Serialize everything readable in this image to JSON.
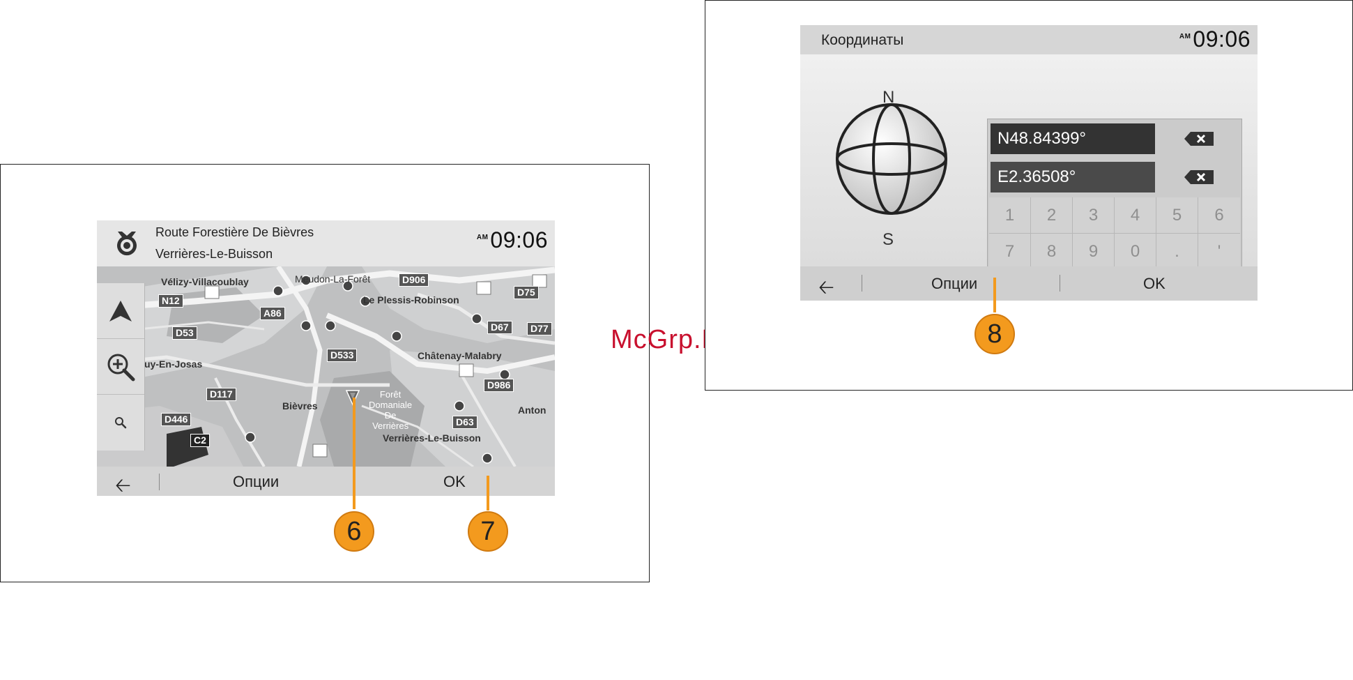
{
  "watermark": "McGrp.Ru",
  "map_screen": {
    "header": {
      "address_line1": "Route Forestière De Bièvres",
      "address_line2": "Verrières-Le-Buisson",
      "clock_ampm": "AM",
      "clock_time": "09:06"
    },
    "side_panel": {
      "items": [
        "navigate-arrow-icon",
        "zoom-in-icon",
        "search-small-icon"
      ]
    },
    "places": [
      "Vélizy-Villacoublay",
      "Meudon-La-Forêt",
      "Le Plessis-Robinson",
      "uy-En-Josas",
      "Châtenay-Malabry",
      "Bièvres",
      "Anton",
      "Verrières-Le-Buisson"
    ],
    "forest_label": [
      "Forêt",
      "Domaniale",
      "De",
      "Verrières"
    ],
    "road_tags": [
      "N12",
      "A86",
      "D53",
      "D906",
      "D75",
      "D67",
      "D77",
      "D533",
      "D986",
      "D117",
      "D446",
      "D63",
      "C2"
    ],
    "bottom_bar": {
      "back_icon": "back-arrow-icon",
      "options_label": "Опции",
      "ok_label": "OK"
    }
  },
  "coord_screen": {
    "header": {
      "title": "Координаты",
      "clock_ampm": "AM",
      "clock_time": "09:06"
    },
    "compass": {
      "north": "N",
      "south": "S"
    },
    "latitude_value": "N48.84399°",
    "longitude_value": "E2.36508°",
    "keys": [
      "1",
      "2",
      "3",
      "4",
      "5",
      "6",
      "7",
      "8",
      "9",
      "0",
      ".",
      "'"
    ],
    "bottom_bar": {
      "back_icon": "back-arrow-icon",
      "options_label": "Опции",
      "ok_label": "OK"
    }
  },
  "callouts": [
    "6",
    "7",
    "8"
  ],
  "colors": {
    "callout": "#f39a1e",
    "watermark": "#c8102e",
    "field_bg": "#333333"
  }
}
